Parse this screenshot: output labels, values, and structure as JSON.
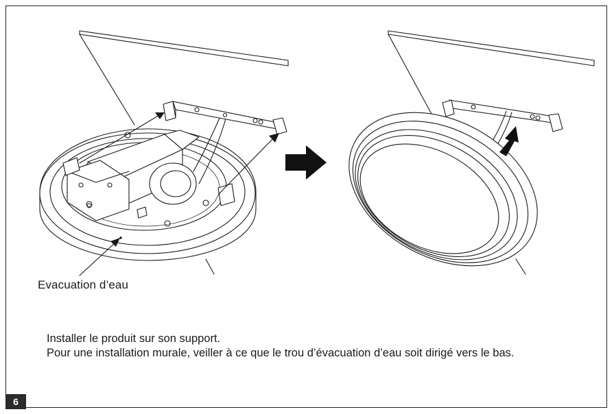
{
  "callout": {
    "water_drain_label": "Evacuation d’eau"
  },
  "instructions": {
    "line1": "Installer le produit sur son support.",
    "line2": "Pour une installation murale, veiller à ce que le trou d’évacuation d’eau soit dirigé vers le bas."
  },
  "step": {
    "number": "6"
  },
  "colors": {
    "line": "#1a1a1a",
    "badge_bg": "#2b2b2b",
    "background": "#ffffff"
  },
  "icons": [
    "right-arrow-icon",
    "up-arrow-icon"
  ]
}
